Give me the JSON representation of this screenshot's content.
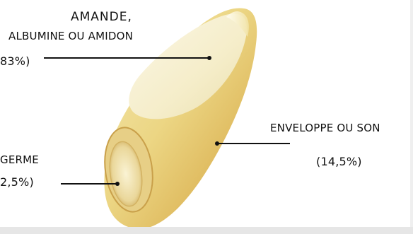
{
  "labels": {
    "amande_title": "AMANDE,",
    "amande_subtitle": "ALBUMINE OU AMIDON",
    "amande_percent": "83%)",
    "enveloppe_title": "ENVELOPPE OU SON",
    "enveloppe_percent": "(14,5%)",
    "germe_title": "GERME",
    "germe_percent": "2,5%)"
  },
  "colors": {
    "grain_light": "#f6efcf",
    "grain_mid": "#e9d48e",
    "grain_dark": "#c9962d",
    "leader_line": "#111111"
  }
}
